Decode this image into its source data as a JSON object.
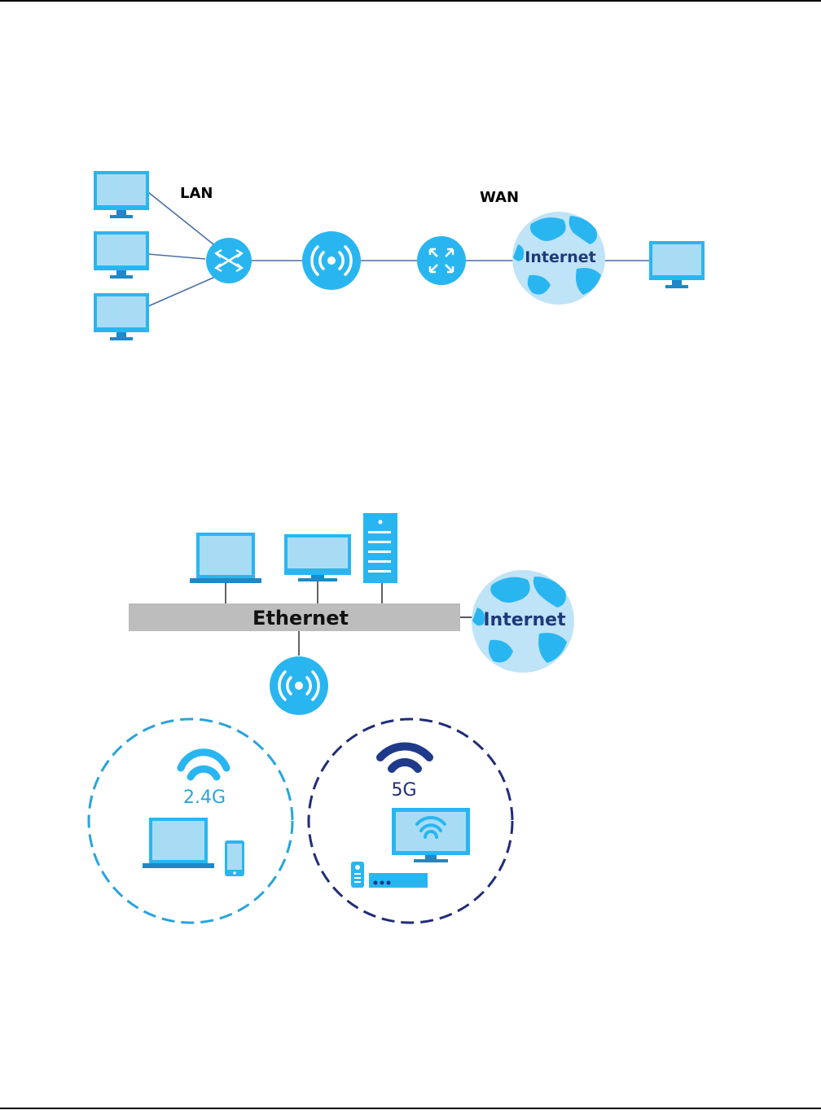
{
  "diagram1": {
    "lan_label": "LAN",
    "wan_label": "WAN",
    "internet_label": "Internet"
  },
  "diagram2": {
    "ethernet_label": "Ethernet",
    "internet_label": "Internet",
    "band_24_label": "2.4G",
    "band_5_label": "5G"
  },
  "colors": {
    "icon_blue": "#29b6f0",
    "screen_blue": "#a8dcf5",
    "line_blue": "#4a6fa5",
    "globe_light": "#bfe3f7",
    "band_24": "#29a3dc",
    "band_5": "#1f2d7a"
  }
}
